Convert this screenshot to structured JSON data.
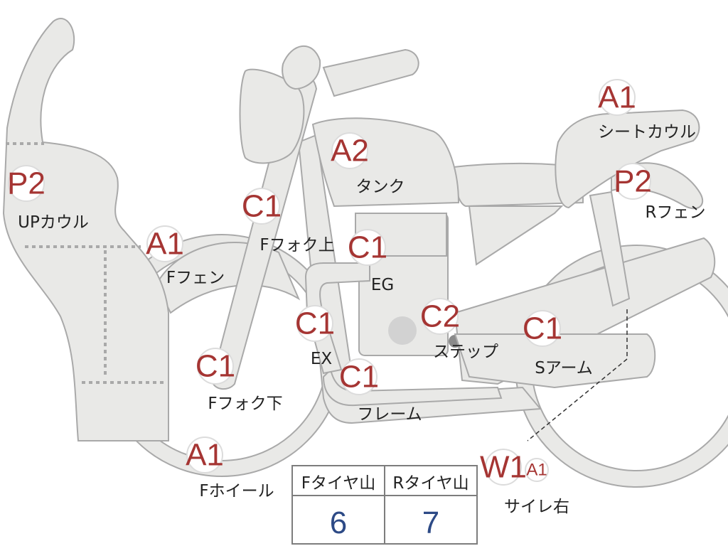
{
  "markers": [
    {
      "id": "upcowl",
      "code": "P2",
      "label": "UPカウル"
    },
    {
      "id": "ffender",
      "code": "A1",
      "label": "Fフェン"
    },
    {
      "id": "ffork-upper",
      "code": "C1",
      "label": "Fフォク上"
    },
    {
      "id": "tank",
      "code": "A2",
      "label": "タンク"
    },
    {
      "id": "engine",
      "code": "C1",
      "label": "EG"
    },
    {
      "id": "exhaust",
      "code": "C1",
      "label": "EX"
    },
    {
      "id": "step",
      "code": "C2",
      "label": "ステップ"
    },
    {
      "id": "ffork-lower",
      "code": "C1",
      "label": "Fフォク下"
    },
    {
      "id": "frame",
      "code": "C1",
      "label": "フレーム"
    },
    {
      "id": "fwheel",
      "code": "A1",
      "label": "Fホイール"
    },
    {
      "id": "seatcowl",
      "code": "A1",
      "label": "シートカウル"
    },
    {
      "id": "rfender",
      "code": "P2",
      "label": "Rフェン"
    },
    {
      "id": "swingarm",
      "code": "C1",
      "label": "Sアーム"
    },
    {
      "id": "silencer",
      "code": "W1",
      "extra_code": "A1",
      "label": "サイレ右"
    }
  ],
  "tire_table": {
    "headers": [
      "Fタイヤ山",
      "Rタイヤ山"
    ],
    "values": [
      "6",
      "7"
    ]
  },
  "colors": {
    "part_fill": "#e9e9e7",
    "part_stroke": "#a9a9a9",
    "code_red": "#a53533",
    "value_blue": "#2d4a86"
  }
}
